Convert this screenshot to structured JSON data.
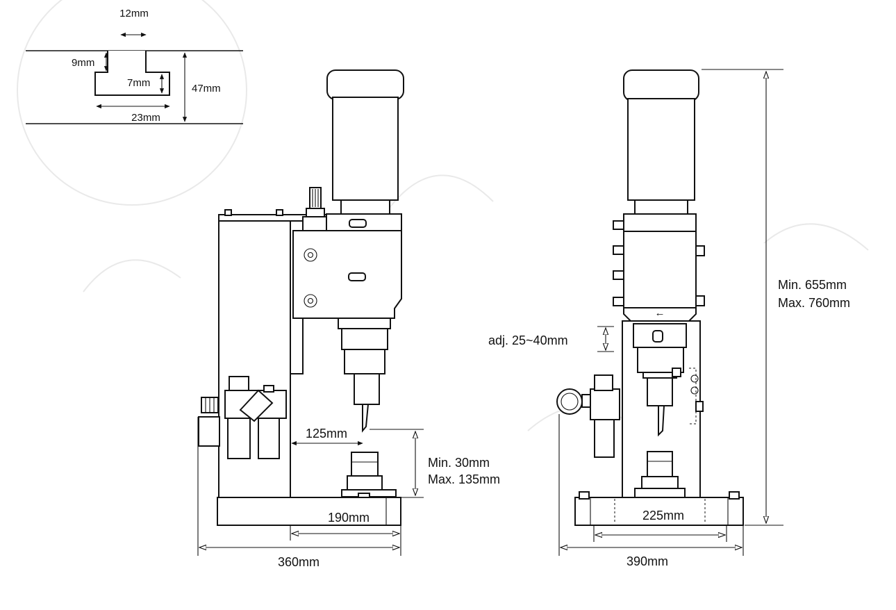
{
  "colors": {
    "line": "#111111",
    "background": "#ffffff"
  },
  "slot": {
    "width_top": "12mm",
    "depth_upper": "9mm",
    "depth_lower": "7mm",
    "width_bottom": "23mm",
    "total_height": "47mm"
  },
  "side_view": {
    "reach": "125mm",
    "stroke_min": "Min. 30mm",
    "stroke_max": "Max. 135mm",
    "table_width": "190mm",
    "base_depth": "360mm"
  },
  "front_view": {
    "adjust": "adj. 25~40mm",
    "height_min": "Min. 655mm",
    "height_max": "Max. 760mm",
    "table_width": "225mm",
    "base_width": "390mm",
    "arrow_glyph": "←"
  }
}
